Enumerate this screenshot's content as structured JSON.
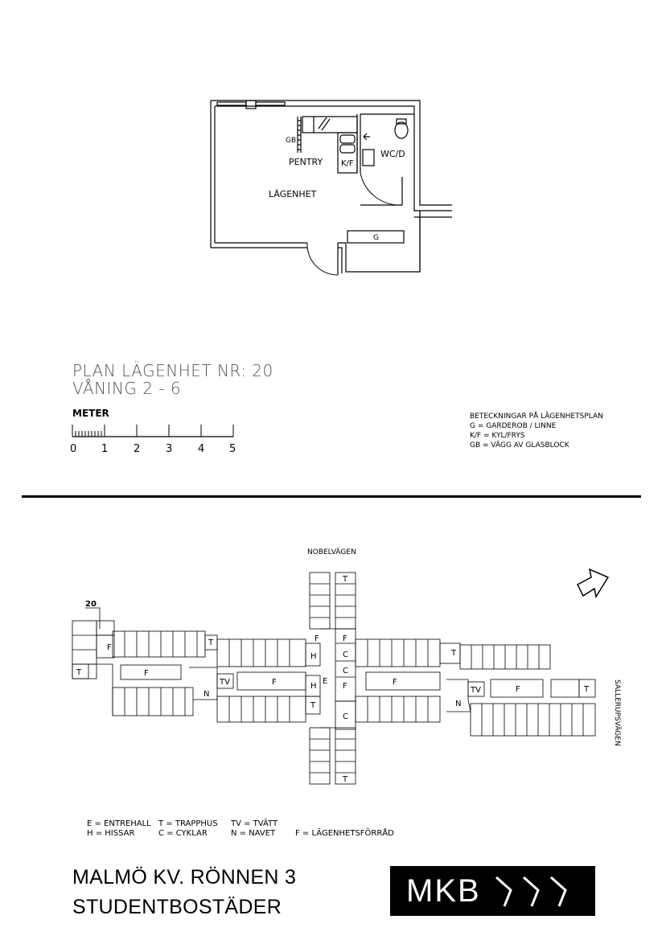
{
  "plan": {
    "title_line1": "PLAN LÄGENHET NR:   20",
    "title_line2": "VÅNING 2 - 6",
    "rooms": {
      "gb": "GB",
      "pentry": "PENTRY",
      "kf": "K/F",
      "wcd": "WC/D",
      "lagenhet": "LÄGENHET",
      "g": "G"
    },
    "scale": {
      "label": "METER",
      "ticks": [
        "0",
        "1",
        "2",
        "3",
        "4",
        "5"
      ]
    },
    "legend": {
      "heading": "BETECKNINGAR PÅ LÄGENHETSPLAN",
      "items": [
        "G = GARDEROB / LINNE",
        "K/F = KYL/FRYS",
        "GB = VÄGG AV GLASBLOCK"
      ]
    }
  },
  "site": {
    "street_north": "NOBELVÄGEN",
    "street_east": "SALLERUPSVÄGEN",
    "apartment_marker": "20",
    "labels": {
      "f": "F",
      "t": "T",
      "h": "H",
      "c": "C",
      "e": "E",
      "n": "N",
      "tv": "TV"
    },
    "legend": {
      "col1": [
        "E = ENTREHALL",
        "H = HISSAR"
      ],
      "col2": [
        "T = TRAPPHUS",
        "C = CYKLAR"
      ],
      "col3": [
        "TV = TVÄTT",
        "N = NAVET"
      ],
      "col4": [
        "",
        "F = LÄGENHETSFÖRRÅD"
      ]
    }
  },
  "footer": {
    "line1": "MALMÖ   KV. RÖNNEN 3",
    "line2": "STUDENTBOSTÄDER",
    "logo": "MKB"
  }
}
